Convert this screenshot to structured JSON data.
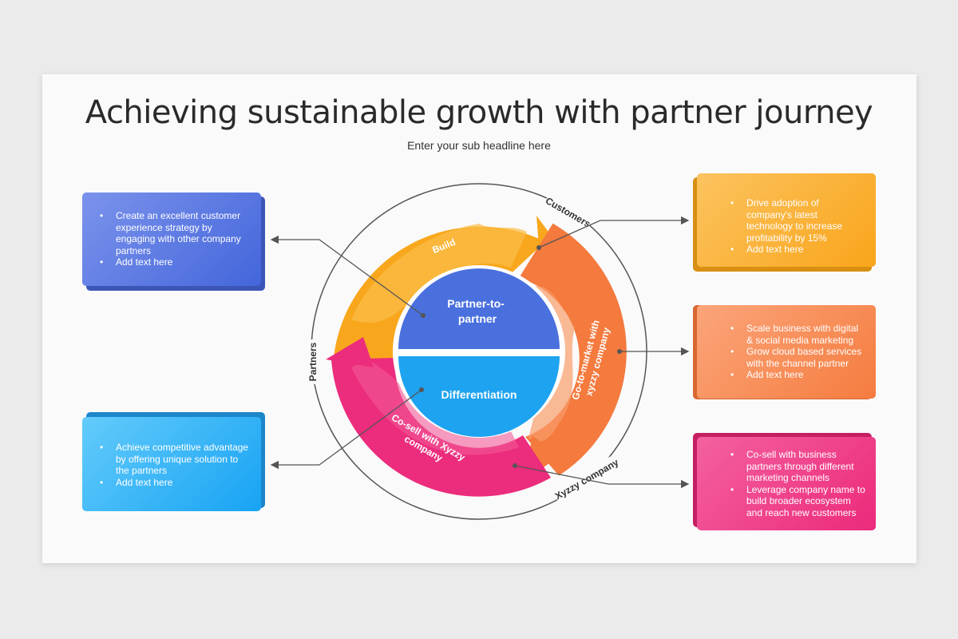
{
  "title": "Achieving sustainable growth with partner journey",
  "subtitle": "Enter your sub headline here",
  "center": {
    "top_label_line1": "Partner-to-",
    "top_label_line2": "partner",
    "bottom_label": "Differentiation"
  },
  "ring_labels": {
    "build": "Build",
    "go_to_market_line1": "Go-to-market with",
    "go_to_market_line2": "xyzzy company",
    "cosell_line1": "Co-sell with Xyzzy",
    "cosell_line2": "company"
  },
  "outer_labels": {
    "customers": "Customers",
    "xyzzy_company": "Xyzzy company",
    "partners": "Partners"
  },
  "boxes": {
    "blue": [
      "Create an excellent customer experience strategy by engaging with other company partners",
      "Add text here"
    ],
    "cyan": [
      "Achieve competitive advantage by offering unique solution to the partners",
      "Add text here"
    ],
    "yellow": [
      "Drive adoption of company's latest technology to increase profitability by 15%",
      "Add text here"
    ],
    "orange": [
      "Scale business with digital & social media marketing",
      "Grow cloud based services with the channel partner",
      "Add text here"
    ],
    "pink": [
      "Co-sell with business partners through different marketing channels",
      "Leverage company name to build broader ecosystem  and reach new customers"
    ]
  },
  "colors": {
    "blue": "#4f6fe0",
    "cyan": "#1aa6f2",
    "yellow": "#f8a71c",
    "orange": "#f47a3e",
    "pink": "#ec2c7c",
    "center_top": "#4a70de",
    "center_bottom": "#1ea3f0"
  }
}
